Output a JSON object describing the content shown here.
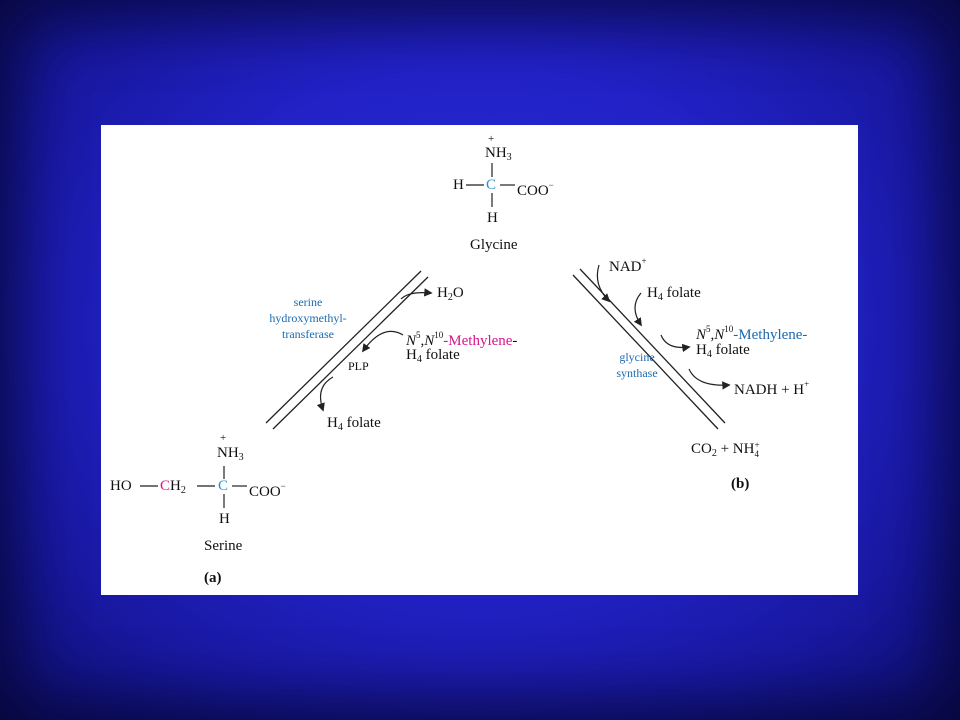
{
  "colors": {
    "background": "#2222c8",
    "panel": "#ffffff",
    "teal": "#2f8fc8",
    "blue": "#1c6ab0",
    "magenta": "#d8158c"
  },
  "glycine": {
    "plus": "+",
    "nh": "NH",
    "nh_sub": "3",
    "h_left": "H",
    "c": "C",
    "coo": "COO",
    "charge": "−",
    "h_bottom": "H",
    "name": "Glycine"
  },
  "serine": {
    "plus": "+",
    "nh": "NH",
    "nh_sub": "3",
    "ho": "HO",
    "c_alpha": "C",
    "h2": "H",
    "h2_sub": "2",
    "c": "C",
    "coo": "COO",
    "charge": "−",
    "h_bottom": "H",
    "name": "Serine",
    "panel_label": "(a)"
  },
  "reaction_a": {
    "enzyme_line1": "serine",
    "enzyme_line2": "hydroxymethyl-",
    "enzyme_line3": "transferase",
    "cofactor": "PLP",
    "product_h": "H",
    "product_h_sub": "2",
    "product_o": "O",
    "methylene_n5": "N",
    "methylene_5": "5",
    "methylene_comma": ",",
    "methylene_n10": "N",
    "methylene_10": "10",
    "methylene_word": "-Methylene",
    "methylene_dash": "-",
    "h4_h": "H",
    "h4_sub": "4",
    "h4_word": "folate",
    "out_h": "H",
    "out_sub": "4",
    "out_word": "folate"
  },
  "reaction_b": {
    "nad": "NAD",
    "nad_sup": "+",
    "h4_h": "H",
    "h4_sub": "4",
    "h4_word": "folate",
    "methylene_n5": "N",
    "methylene_5": "5",
    "methylene_comma": ",",
    "methylene_n10": "N",
    "methylene_10": "10",
    "methylene_word": "-Methylene-",
    "mh4_h": "H",
    "mh4_sub": "4",
    "mh4_word": "folate",
    "enzyme_line1": "glycine",
    "enzyme_line2": "synthase",
    "nadh": "NADH + H",
    "nadh_sup": "+",
    "co2": "CO",
    "co2_sub": "2",
    "plus_nh": " + NH",
    "nh4_sup": "+",
    "nh4_sub": "4",
    "panel_label": "(b)"
  }
}
